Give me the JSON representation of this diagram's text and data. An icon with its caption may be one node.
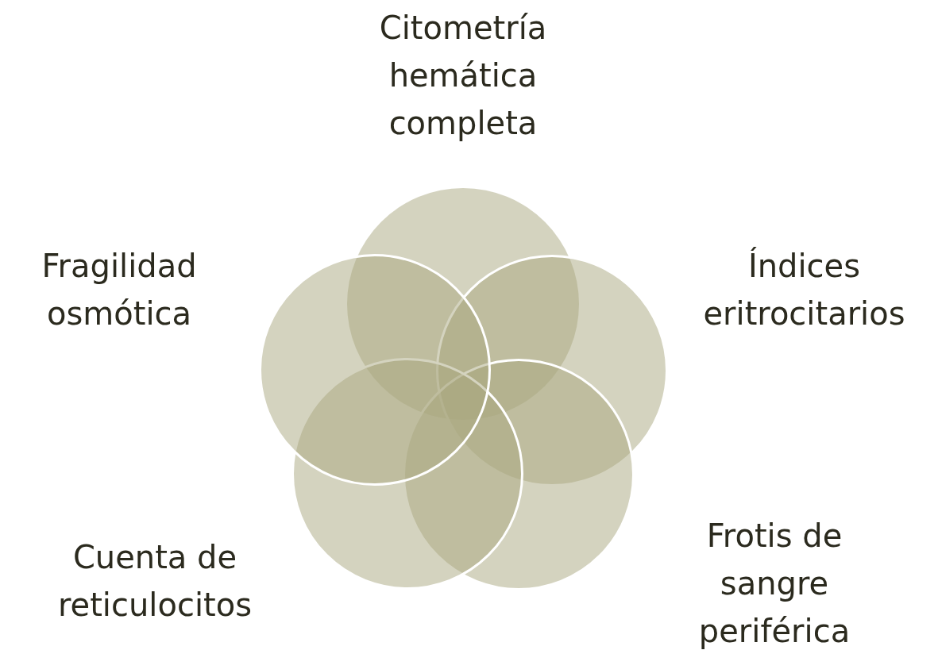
{
  "diagram": {
    "nodes": [
      {
        "text": [],
        "shape": "circle",
        "beside": [
          "Citometría hemática completa"
        ]
      },
      {
        "text": [],
        "shape": "circle",
        "beside": [
          "Fragilidad osmótica"
        ]
      },
      {
        "text": [],
        "shape": "circle",
        "beside": [
          "Índices eritrocitarios"
        ]
      },
      {
        "text": [],
        "shape": "circle",
        "beside": [
          "Cuenta de reticulocitos"
        ]
      },
      {
        "text": [],
        "shape": "circle",
        "beside": [
          "Frotis de sangre periférica"
        ]
      }
    ]
  }
}
